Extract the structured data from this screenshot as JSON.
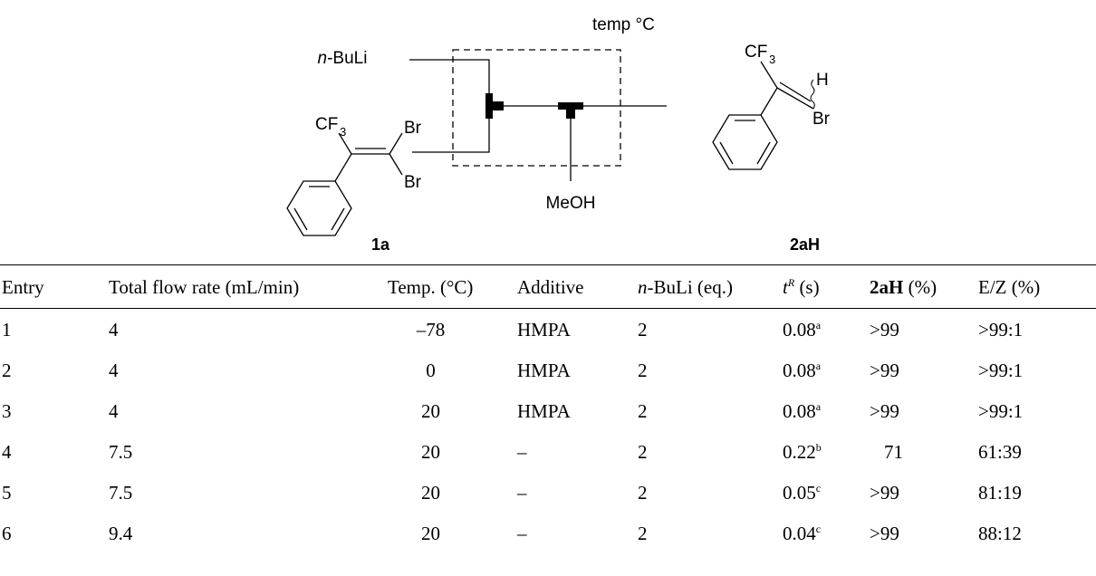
{
  "scheme": {
    "reactor_label": "temp °C",
    "reagent_1": "n-BuLi",
    "reagent_2": "MeOH",
    "substrate": {
      "cf3": "CF",
      "cf3_sub": "3",
      "br_top": "Br",
      "br_bottom": "Br",
      "label": "1a"
    },
    "product": {
      "cf3": "CF",
      "cf3_sub": "3",
      "h": "H",
      "br": "Br",
      "label": "2aH"
    }
  },
  "table": {
    "headers": {
      "entry": "Entry",
      "flow": "Total flow rate (mL/min)",
      "temp": "Temp. (°C)",
      "additive": "Additive",
      "nbuli_prefix": "n",
      "nbuli_rest": "-BuLi (eq.)",
      "tr_t": "t",
      "tr_sup": "R",
      "tr_unit": " (s)",
      "yield_bold": "2aH",
      "yield_unit": " (%)",
      "ez": "E/Z (%)"
    },
    "rows": [
      {
        "entry": "1",
        "flow": "4",
        "temp": "–78",
        "additive": "HMPA",
        "nbuli": "2",
        "tr": "0.08",
        "tr_note": "a",
        "yield": ">99",
        "ez": ">99:1"
      },
      {
        "entry": "2",
        "flow": "4",
        "temp": "0",
        "additive": "HMPA",
        "nbuli": "2",
        "tr": "0.08",
        "tr_note": "a",
        "yield": ">99",
        "ez": ">99:1"
      },
      {
        "entry": "3",
        "flow": "4",
        "temp": "20",
        "additive": "HMPA",
        "nbuli": "2",
        "tr": "0.08",
        "tr_note": "a",
        "yield": ">99",
        "ez": ">99:1"
      },
      {
        "entry": "4",
        "flow": "7.5",
        "temp": "20",
        "additive": "–",
        "nbuli": "2",
        "tr": "0.22",
        "tr_note": "b",
        "yield": "71",
        "ez": "61:39"
      },
      {
        "entry": "5",
        "flow": "7.5",
        "temp": "20",
        "additive": "–",
        "nbuli": "2",
        "tr": "0.05",
        "tr_note": "c",
        "yield": ">99",
        "ez": "81:19"
      },
      {
        "entry": "6",
        "flow": "9.4",
        "temp": "20",
        "additive": "–",
        "nbuli": "2",
        "tr": "0.04",
        "tr_note": "c",
        "yield": ">99",
        "ez": "88:12"
      }
    ]
  }
}
